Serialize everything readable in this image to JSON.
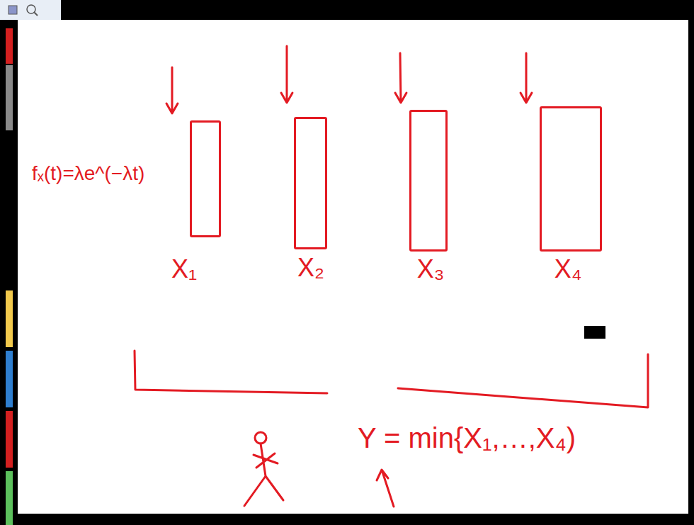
{
  "diagram": {
    "nodes": [
      {
        "text": [
          "X₁"
        ]
      },
      {
        "text": [
          "X₂"
        ]
      },
      {
        "text": [
          "X₃"
        ]
      },
      {
        "text": [
          "X₄"
        ]
      }
    ],
    "labels": [
      "fₓ(t)=λe^(−λt)",
      "Y = min{X₁,…,X₄)"
    ]
  }
}
